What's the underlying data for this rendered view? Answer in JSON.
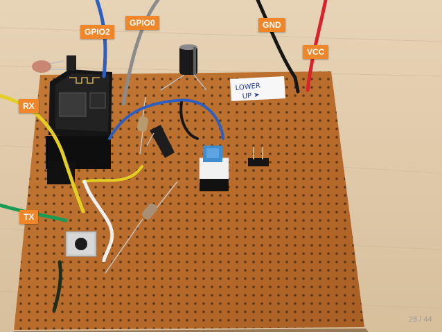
{
  "accent_color": "#f0862a",
  "labels": {
    "gpio2": "GPIO2",
    "gpio0": "GPIO0",
    "gnd": "GND",
    "vcc": "VCC",
    "rx": "RX",
    "tx": "TX"
  },
  "sticker_text": "LOWER\nUP",
  "page_counter": "28 / 44"
}
